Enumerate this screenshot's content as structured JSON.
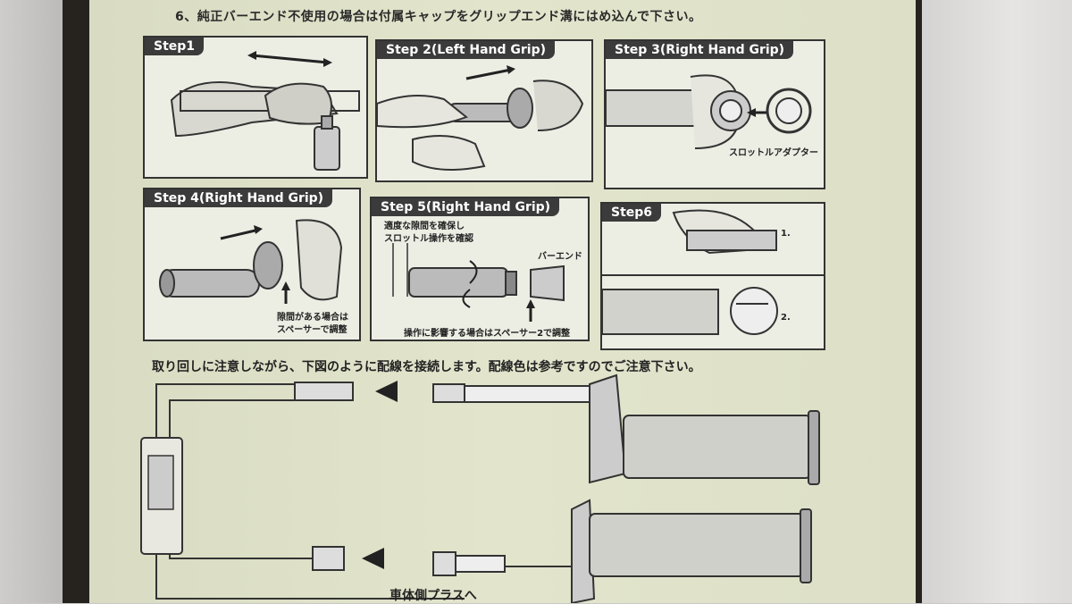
{
  "header": {
    "instruction_6": "6、純正バーエンド不使用の場合は付属キャップをグリップエンド溝にはめ込んで下さい。"
  },
  "steps": [
    {
      "label": "Step1"
    },
    {
      "label": "Step 2(Left Hand Grip)"
    },
    {
      "label": "Step 3(Right Hand Grip)",
      "caption": "スロットルアダプター"
    },
    {
      "label": "Step 4(Right Hand Grip)",
      "caption_1": "隙間がある場合は",
      "caption_2": "スペーサーで調整"
    },
    {
      "label": "Step 5(Right Hand Grip)",
      "caption_1": "適度な隙間を確保し",
      "caption_2": "スロットル操作を確認",
      "caption_3": "バーエンド",
      "caption_4": "操作に影響する場合はスペーサー2で調整"
    },
    {
      "label": "Step6",
      "mark_1": "1.",
      "mark_2": "2."
    }
  ],
  "wiring": {
    "note": "取り回しに注意しながら、下図のように配線を接続します。配線色は参考ですのでご注意下さい。",
    "bottom_label": "車体側プラスへ"
  },
  "colors": {
    "frame": "#26231f",
    "paper": "#e0e3ca",
    "ink": "#333333"
  }
}
